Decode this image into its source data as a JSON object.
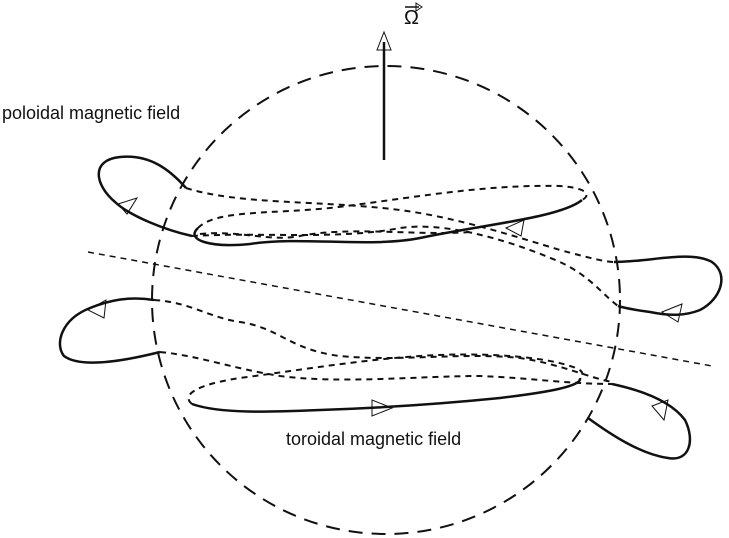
{
  "labels": {
    "poloidal": "poloidal magnetic field",
    "toroidal": "toroidal magnetic field",
    "rotation_axis": "Ω"
  },
  "style": {
    "line_color": "#111111",
    "background": "#ffffff"
  }
}
